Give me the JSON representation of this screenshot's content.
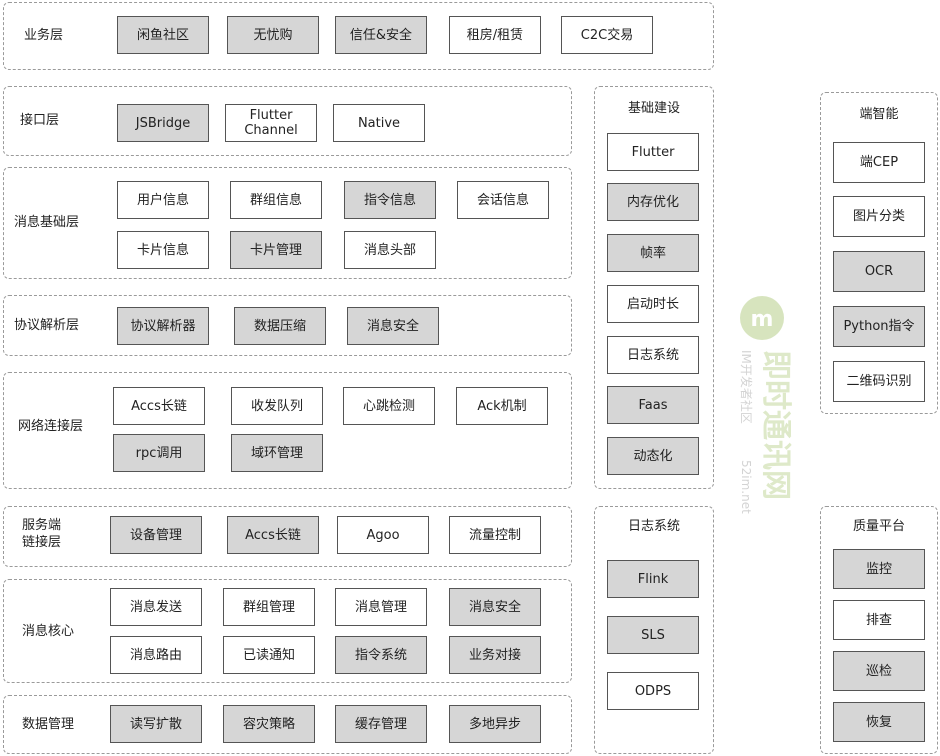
{
  "layers": {
    "business": {
      "label": "业务层",
      "items": [
        "闲鱼社区",
        "无忧购",
        "信任&安全",
        "租房/租赁",
        "C2C交易"
      ]
    },
    "interface": {
      "label": "接口层",
      "items": [
        "JSBridge",
        "Flutter\nChannel",
        "Native"
      ]
    },
    "msg_base": {
      "label": "消息基础层",
      "items": [
        "用户信息",
        "群组信息",
        "指令信息",
        "会话信息",
        "卡片信息",
        "卡片管理",
        "消息头部"
      ]
    },
    "protocol": {
      "label": "协议解析层",
      "items": [
        "协议解析器",
        "数据压缩",
        "消息安全"
      ]
    },
    "network": {
      "label": "网络连接层",
      "items": [
        "Accs长链",
        "收发队列",
        "心跳检测",
        "Ack机制",
        "rpc调用",
        "域环管理"
      ]
    },
    "server_link": {
      "label": "服务端\n链接层",
      "items": [
        "设备管理",
        "Accs长链",
        "Agoo",
        "流量控制"
      ]
    },
    "msg_core": {
      "label": "消息核心",
      "items": [
        "消息发送",
        "群组管理",
        "消息管理",
        "消息安全",
        "消息路由",
        "已读通知",
        "指令系统",
        "业务对接"
      ]
    },
    "data_mgmt": {
      "label": "数据管理",
      "items": [
        "读写扩散",
        "容灾策略",
        "缓存管理",
        "多地异步"
      ]
    }
  },
  "columns": {
    "infra": {
      "title": "基础建设",
      "items": [
        "Flutter",
        "内存优化",
        "帧率",
        "启动时长",
        "日志系统",
        "Faas",
        "动态化"
      ]
    },
    "edge_ai": {
      "title": "端智能",
      "items": [
        "端CEP",
        "图片分类",
        "OCR",
        "Python指令",
        "二维码识别"
      ]
    },
    "log_sys": {
      "title": "日志系统",
      "items": [
        "Flink",
        "SLS",
        "ODPS"
      ]
    },
    "quality": {
      "title": "质量平台",
      "items": [
        "监控",
        "排查",
        "巡检",
        "恢复"
      ]
    }
  },
  "watermark": {
    "main_text": "即时通讯网",
    "sub_text": "IM开发者社区",
    "url_text": "52im.net"
  },
  "colors": {
    "gray_fill": "#d6d6d6",
    "white_fill": "#ffffff",
    "border": "#555555",
    "watermark_green": "#b7cf8a"
  }
}
